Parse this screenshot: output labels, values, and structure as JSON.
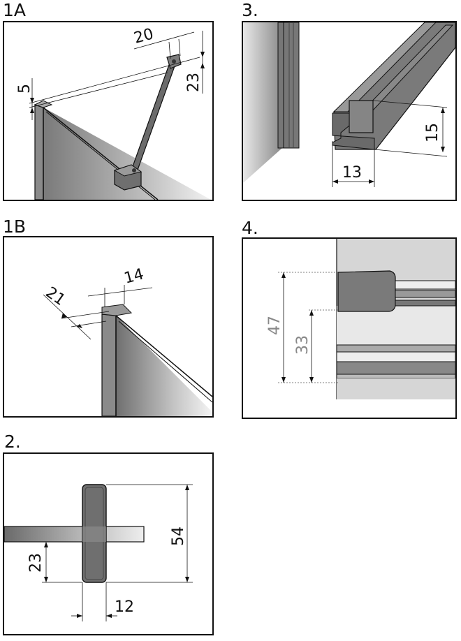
{
  "panels": {
    "p1a": {
      "label": "1A",
      "dims": {
        "a": "20",
        "b": "5",
        "c": "23"
      }
    },
    "p3": {
      "label": "3.",
      "dims": {
        "a": "15",
        "b": "13"
      }
    },
    "p1b": {
      "label": "1B",
      "dims": {
        "a": "14",
        "b": "21"
      }
    },
    "p4": {
      "label": "4.",
      "dims": {
        "a": "47",
        "b": "33"
      }
    },
    "p2": {
      "label": "2.",
      "dims": {
        "a": "54",
        "b": "23",
        "c": "12"
      }
    }
  }
}
